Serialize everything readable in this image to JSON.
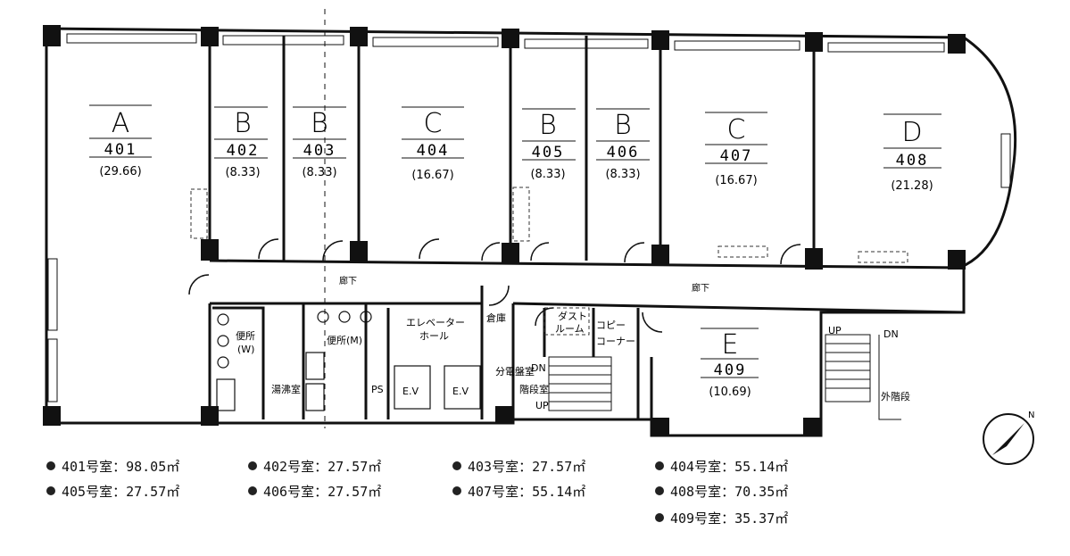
{
  "rooms": [
    {
      "letter": "A",
      "number": "401",
      "area": "(29.66)"
    },
    {
      "letter": "B",
      "number": "402",
      "area": "(8.33)"
    },
    {
      "letter": "B",
      "number": "403",
      "area": "(8.33)"
    },
    {
      "letter": "C",
      "number": "404",
      "area": "(16.67)"
    },
    {
      "letter": "B",
      "number": "405",
      "area": "(8.33)"
    },
    {
      "letter": "B",
      "number": "406",
      "area": "(8.33)"
    },
    {
      "letter": "C",
      "number": "407",
      "area": "(16.67)"
    },
    {
      "letter": "D",
      "number": "408",
      "area": "(21.28)"
    },
    {
      "letter": "E",
      "number": "409",
      "area": "(10.69)"
    }
  ],
  "labels": {
    "corridor_left": "廊下",
    "corridor_right": "廊下",
    "toilet_w": "便所",
    "toilet_w_sub": "(W)",
    "toilet_m": "便所(M)",
    "kitchen": "湯沸室",
    "ps": "PS",
    "elevator_hall": "エレベーター",
    "elevator_hall_2": "ホール",
    "ev1": "E.V",
    "ev2": "E.V",
    "storage": "倉庫",
    "electric": "分電盤室",
    "dust": "ダスト",
    "dust_2": "ルーム",
    "copy": "コピー",
    "copy_2": "コーナー",
    "stairs": "階段室",
    "dn": "DN",
    "up": "UP",
    "ext_up": "UP",
    "ext_dn": "DN",
    "ext_stairs": "外階段",
    "north": "N"
  },
  "area_list": [
    "401号室：98.05㎡",
    "402号室：27.57㎡",
    "403号室：27.57㎡",
    "404号室：55.14㎡",
    "405号室：27.57㎡",
    "406号室：27.57㎡",
    "407号室：55.14㎡",
    "408号室：70.35㎡",
    "409号室：35.37㎡"
  ]
}
